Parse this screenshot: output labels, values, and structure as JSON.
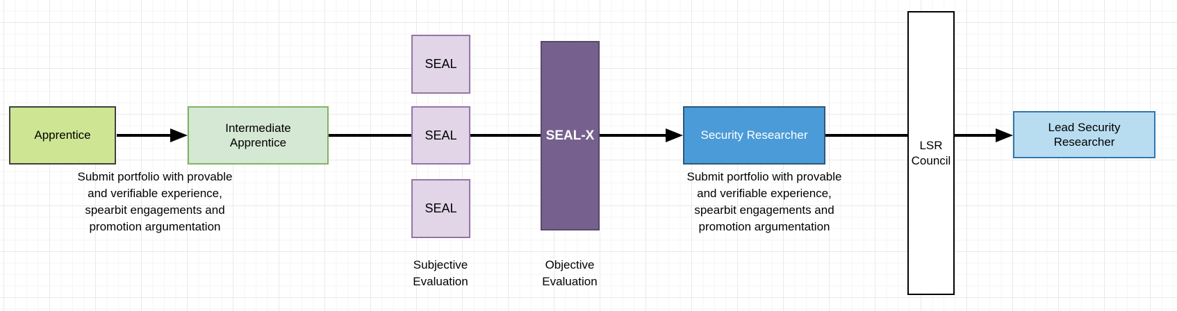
{
  "diagram": {
    "title_semantic": "Security researcher career progression flowchart",
    "nodes": {
      "apprentice": {
        "label": "Apprentice"
      },
      "intermediate_apprentice": {
        "label": "Intermediate Apprentice"
      },
      "seal_1": {
        "label": "SEAL"
      },
      "seal_2": {
        "label": "SEAL"
      },
      "seal_3": {
        "label": "SEAL"
      },
      "seal_x": {
        "label": "SEAL-X"
      },
      "security_researcher": {
        "label": "Security Researcher"
      },
      "lsr_council": {
        "label": "LSR Council"
      },
      "lead_security_researcher": {
        "label": "Lead Security Researcher"
      }
    },
    "notes": {
      "apprentice_note": {
        "lines": [
          "Submit portfolio  with provable",
          "and verifiable experience,",
          "spearbit engagements and",
          "promotion argumentation"
        ]
      },
      "security_note": {
        "lines": [
          "Submit portfolio  with provable",
          "and verifiable experience,",
          "spearbit engagements and",
          "promotion argumentation"
        ]
      }
    },
    "labels": {
      "subjective": "Subjective Evaluation",
      "objective": "Objective Evaluation"
    },
    "colors": {
      "background": "#ffffff",
      "grid_minor": "#f6f6f6",
      "grid_major": "#e9e9e9",
      "arrow": "#000000",
      "apprentice_fill": "#cee593",
      "apprentice_border": "#3f3f3f",
      "intermediate_fill": "#d5e8d4",
      "intermediate_border": "#82b366",
      "seal_fill": "#e1d5e7",
      "seal_border": "#9673a6",
      "seal_x_fill": "#76618e",
      "seal_x_border": "#584a68",
      "security_fill": "#4b9bd8",
      "security_border": "#2e5878",
      "council_fill": "#ffffff",
      "council_border": "#000000",
      "lead_fill": "#b9ddf0",
      "lead_border": "#2e77ae"
    }
  }
}
